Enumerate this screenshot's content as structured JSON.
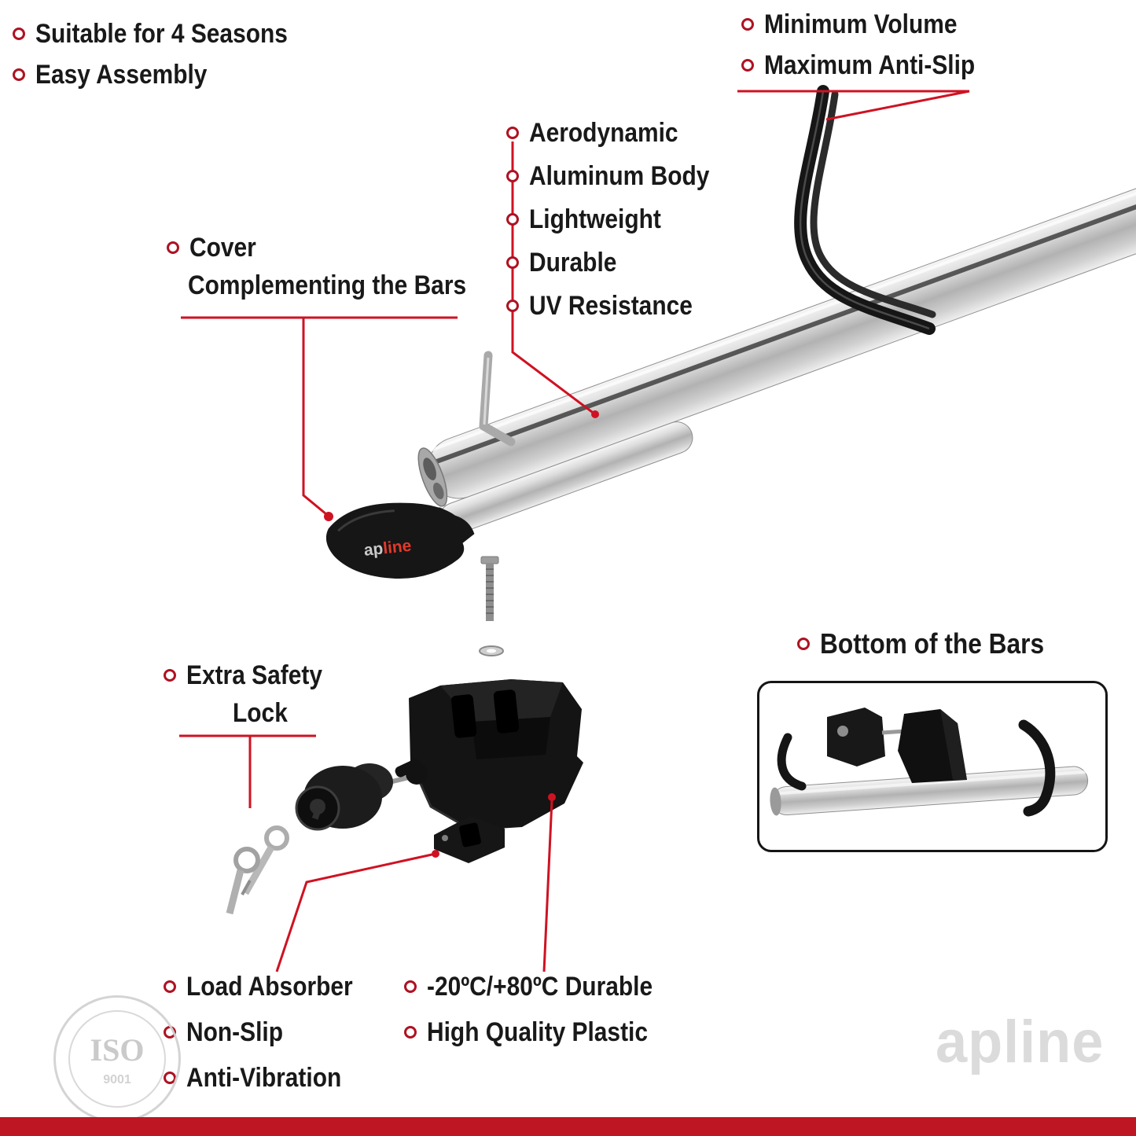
{
  "labels": {
    "top_left": [
      "Suitable for 4 Seasons",
      "Easy Assembly"
    ],
    "top_right": [
      "Minimum Volume",
      "Maximum Anti-Slip"
    ],
    "features": [
      "Aerodynamic",
      "Aluminum Body",
      "Lightweight",
      "Durable",
      "UV Resistance"
    ],
    "cover": {
      "line1": "Cover",
      "line2": "Complementing the Bars"
    },
    "safety": {
      "line1": "Extra Safety",
      "line2": "Lock"
    },
    "bottom_bars": "Bottom of the Bars",
    "bottom_left": [
      "Load Absorber",
      "Non-Slip",
      "Anti-Vibration"
    ],
    "bottom_mid": [
      "-20ºC/+80ºC Durable",
      "High Quality Plastic"
    ]
  },
  "brand": {
    "cover_part1": "ap",
    "cover_part2": "line",
    "watermark": "apline"
  },
  "stamp": {
    "title": "ISO",
    "number": "9001"
  },
  "colors": {
    "accent_red": "#cf1222",
    "footer_red": "#be1622",
    "text": "#191919",
    "bar_silver": "#c9c9c9"
  }
}
